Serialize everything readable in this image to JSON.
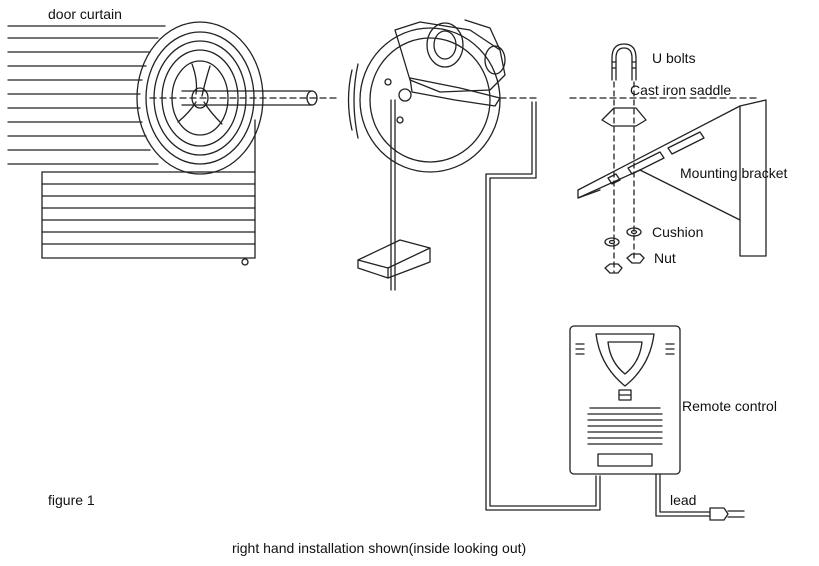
{
  "labels": {
    "door_curtain": "door curtain",
    "u_bolts": "U bolts",
    "cast_iron_saddle": "Cast iron saddle",
    "mounting_bracket": "Mounting bracket",
    "cushion": "Cushion",
    "nut": "Nut",
    "remote_control": "Remote control",
    "lead": "lead",
    "figure": "figure 1",
    "caption": "right hand installation shown(inside looking out)"
  },
  "colors": {
    "line": "#222222",
    "shade": "#bdbdbd",
    "background": "#ffffff"
  }
}
